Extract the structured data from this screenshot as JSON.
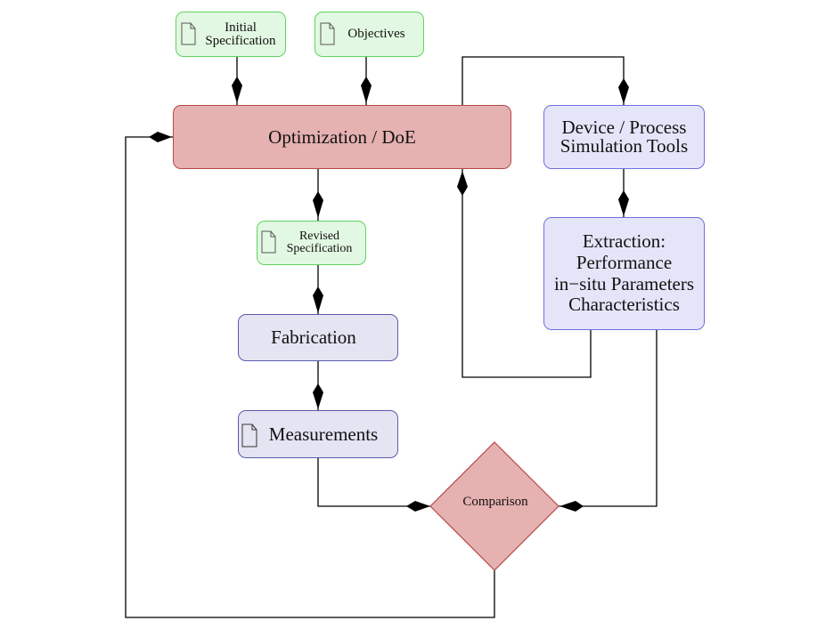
{
  "diagram": {
    "nodes": {
      "initial_spec": {
        "label": "Initial\nSpecification",
        "icon": "document-icon",
        "style": "green"
      },
      "objectives": {
        "label": "Objectives",
        "icon": "document-icon",
        "style": "green"
      },
      "optimization": {
        "label": "Optimization / DoE",
        "style": "red"
      },
      "device_sim": {
        "label": "Device / Process\nSimulation Tools",
        "style": "blue"
      },
      "extraction": {
        "label": "Extraction:\nPerformance\nin−situ Parameters\nCharacteristics",
        "style": "blue"
      },
      "revised_spec": {
        "label": "Revised\nSpecification",
        "icon": "document-icon",
        "style": "green"
      },
      "fabrication": {
        "label": "Fabrication",
        "style": "lavender"
      },
      "measurements": {
        "label": "Measurements",
        "icon": "document-icon",
        "style": "lavender"
      },
      "comparison": {
        "label": "Comparison",
        "shape": "decision-diamond",
        "style": "red"
      }
    },
    "edges": [
      {
        "from": "initial_spec",
        "to": "optimization"
      },
      {
        "from": "objectives",
        "to": "optimization"
      },
      {
        "from": "optimization",
        "to": "device_sim"
      },
      {
        "from": "device_sim",
        "to": "extraction"
      },
      {
        "from": "extraction",
        "to": "optimization"
      },
      {
        "from": "optimization",
        "to": "revised_spec"
      },
      {
        "from": "revised_spec",
        "to": "fabrication"
      },
      {
        "from": "fabrication",
        "to": "measurements"
      },
      {
        "from": "measurements",
        "to": "comparison"
      },
      {
        "from": "extraction",
        "to": "comparison"
      },
      {
        "from": "comparison",
        "to": "optimization"
      }
    ],
    "colors": {
      "spec_fill": "#e2f8e2",
      "spec_border": "#5fd35f",
      "process_fill": "#e6b1b1",
      "process_border": "#b84848",
      "tool_fill": "#e5e5f9",
      "tool_border": "#6f6fe0",
      "step_fill": "#e4e4f2",
      "step_border": "#5a5ab0",
      "connector": "#000000"
    }
  }
}
